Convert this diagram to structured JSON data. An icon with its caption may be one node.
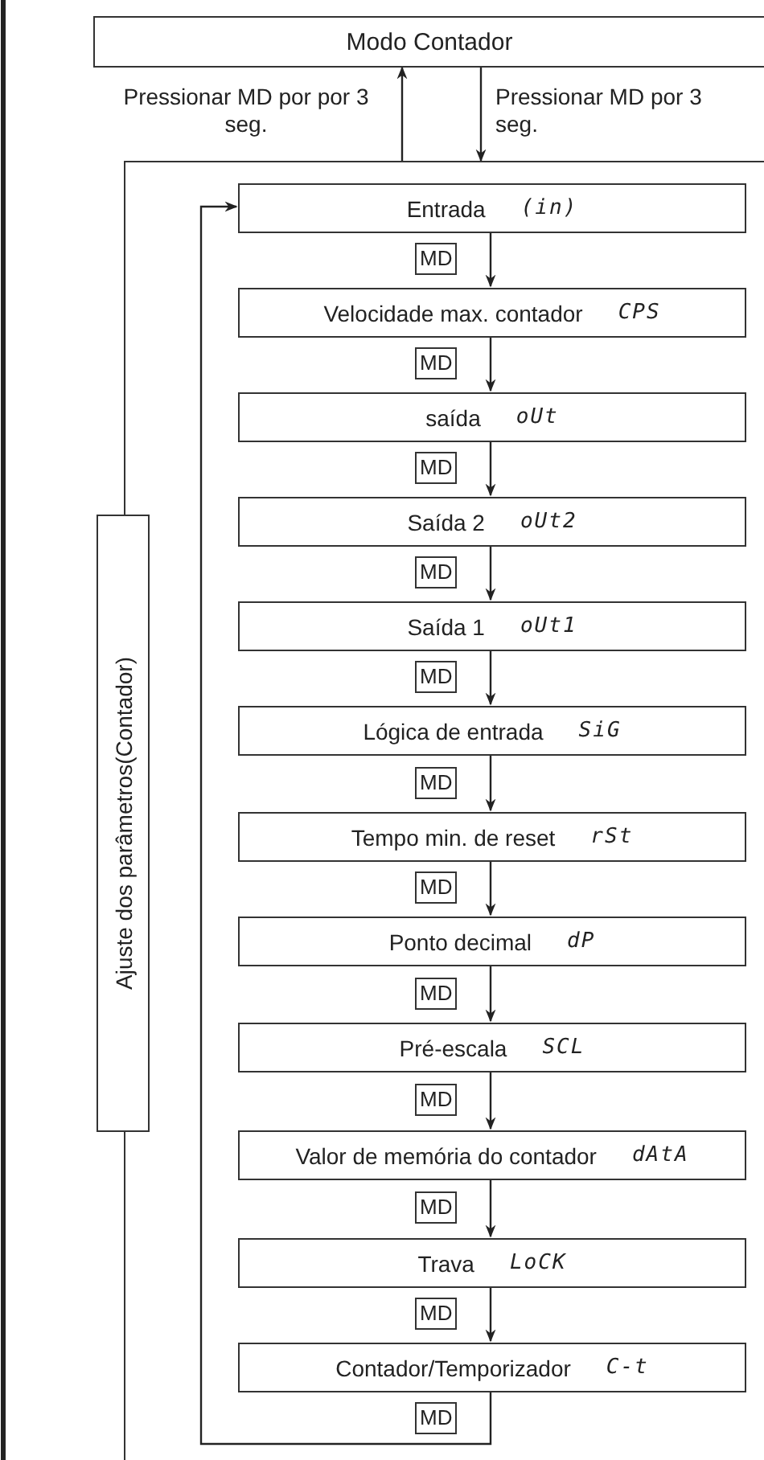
{
  "diagram": {
    "nodes": [
      {
        "text": [
          "Modo Contador"
        ]
      },
      {
        "text": [
          "Ajuste dos parâmetros(Contador)"
        ]
      },
      {
        "text": [
          "Entrada",
          "(in)"
        ],
        "in": 1
      },
      {
        "text": [
          "Velocidade max. contador",
          "CPS"
        ],
        "in": 1
      },
      {
        "text": [
          "saída",
          "oUt"
        ],
        "in": 1
      },
      {
        "text": [
          "Saída 2",
          "oUt2"
        ],
        "in": 1
      },
      {
        "text": [
          "Saída 1",
          "oUt1"
        ],
        "in": 1
      },
      {
        "text": [
          "Lógica de entrada",
          "SiG"
        ],
        "in": 1
      },
      {
        "text": [
          "Tempo min. de reset",
          "rSt"
        ],
        "in": 1
      },
      {
        "text": [
          "Ponto decimal",
          "dP"
        ],
        "in": 1
      },
      {
        "text": [
          "Pré-escala",
          "SCL"
        ],
        "in": 1
      },
      {
        "text": [
          "Valor de memória do contador",
          "dAtA"
        ],
        "in": 1
      },
      {
        "text": [
          "Trava",
          "LoCK"
        ],
        "in": 1
      },
      {
        "text": [
          "Contador/Temporizador",
          "C-t"
        ],
        "in": 1
      }
    ],
    "edges": [
      {
        "from": 1,
        "to": 0,
        "arrow": "to",
        "label": "Pressionar MD por por 3 seg."
      },
      {
        "from": 0,
        "to": 1,
        "arrow": "to",
        "label": "Pressionar MD por 3 seg."
      },
      {
        "from": 2,
        "to": 3,
        "arrow": "to",
        "label": "MD"
      },
      {
        "from": 3,
        "to": 4,
        "arrow": "to",
        "label": "MD"
      },
      {
        "from": 4,
        "to": 5,
        "arrow": "to",
        "label": "MD"
      },
      {
        "from": 5,
        "to": 6,
        "arrow": "to",
        "label": "MD"
      },
      {
        "from": 6,
        "to": 7,
        "arrow": "to",
        "label": "MD"
      },
      {
        "from": 7,
        "to": 8,
        "arrow": "to",
        "label": "MD"
      },
      {
        "from": 8,
        "to": 9,
        "arrow": "to",
        "label": "MD"
      },
      {
        "from": 9,
        "to": 10,
        "arrow": "to",
        "label": "MD"
      },
      {
        "from": 10,
        "to": 11,
        "arrow": "to",
        "label": "MD"
      },
      {
        "from": 11,
        "to": 12,
        "arrow": "to",
        "label": "MD"
      },
      {
        "from": 12,
        "to": 13,
        "arrow": "to",
        "label": "MD"
      },
      {
        "from": 13,
        "to": 2,
        "arrow": "to",
        "label": "MD"
      }
    ]
  }
}
